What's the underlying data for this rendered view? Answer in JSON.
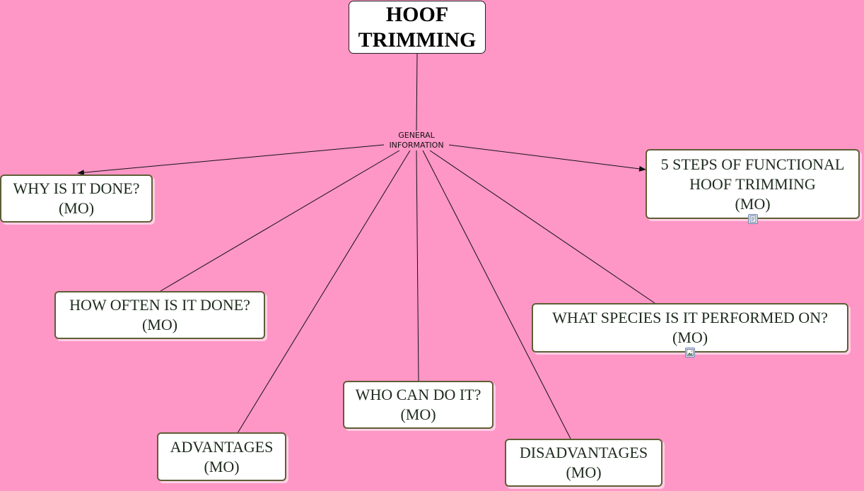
{
  "canvas": {
    "background": "#fe96c6"
  },
  "root": {
    "lines": [
      "HOOF",
      "TRIMMING"
    ]
  },
  "link_label": {
    "lines": [
      "GENERAL",
      "INFORMATION"
    ]
  },
  "nodes": [
    {
      "id": "why",
      "lines": [
        "WHY IS IT DONE?",
        "(MO)"
      ]
    },
    {
      "id": "steps",
      "lines": [
        "5 STEPS OF FUNCTIONAL",
        "HOOF TRIMMING",
        "(MO)"
      ],
      "resource_icon": "document-icon"
    },
    {
      "id": "how-often",
      "lines": [
        "HOW OFTEN IS IT DONE?",
        "(MO)"
      ]
    },
    {
      "id": "species",
      "lines": [
        "WHAT SPECIES IS IT PERFORMED ON?",
        "(MO)"
      ],
      "resource_icon": "image-icon"
    },
    {
      "id": "who",
      "lines": [
        "WHO CAN DO IT?",
        "(MO)"
      ]
    },
    {
      "id": "advantages",
      "lines": [
        "ADVANTAGES",
        "(MO)"
      ]
    },
    {
      "id": "disadvantages",
      "lines": [
        "DISADVANTAGES",
        "(MO)"
      ]
    }
  ],
  "colors": {
    "line": "#111111",
    "node_border": "#5e5e36",
    "node_text": "#1d2b1d"
  }
}
